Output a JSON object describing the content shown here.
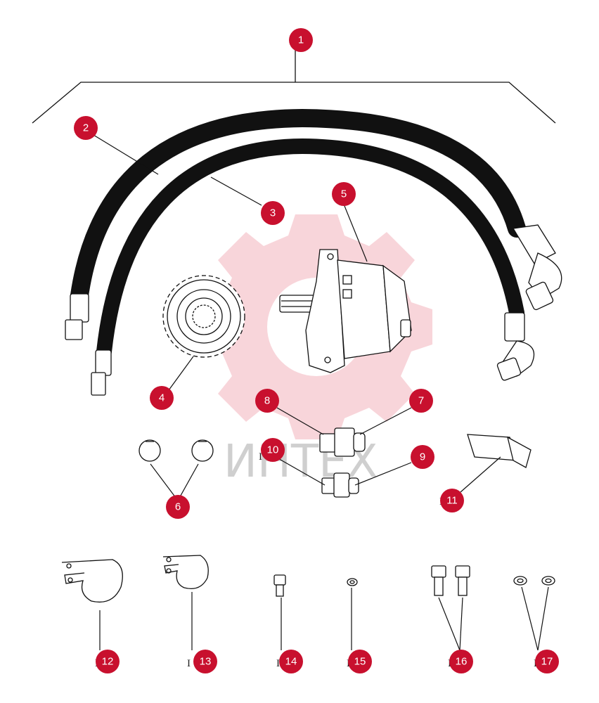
{
  "diagram": {
    "watermark": "ИНТЕХ",
    "colors": {
      "callout": "#c8102e",
      "watermark_gear": "#f6c2c8",
      "line": "#111111"
    },
    "callouts": [
      "1",
      "2",
      "3",
      "4",
      "5",
      "6",
      "7",
      "8",
      "9",
      "10",
      "11",
      "12",
      "13",
      "14",
      "15",
      "16",
      "17"
    ]
  }
}
